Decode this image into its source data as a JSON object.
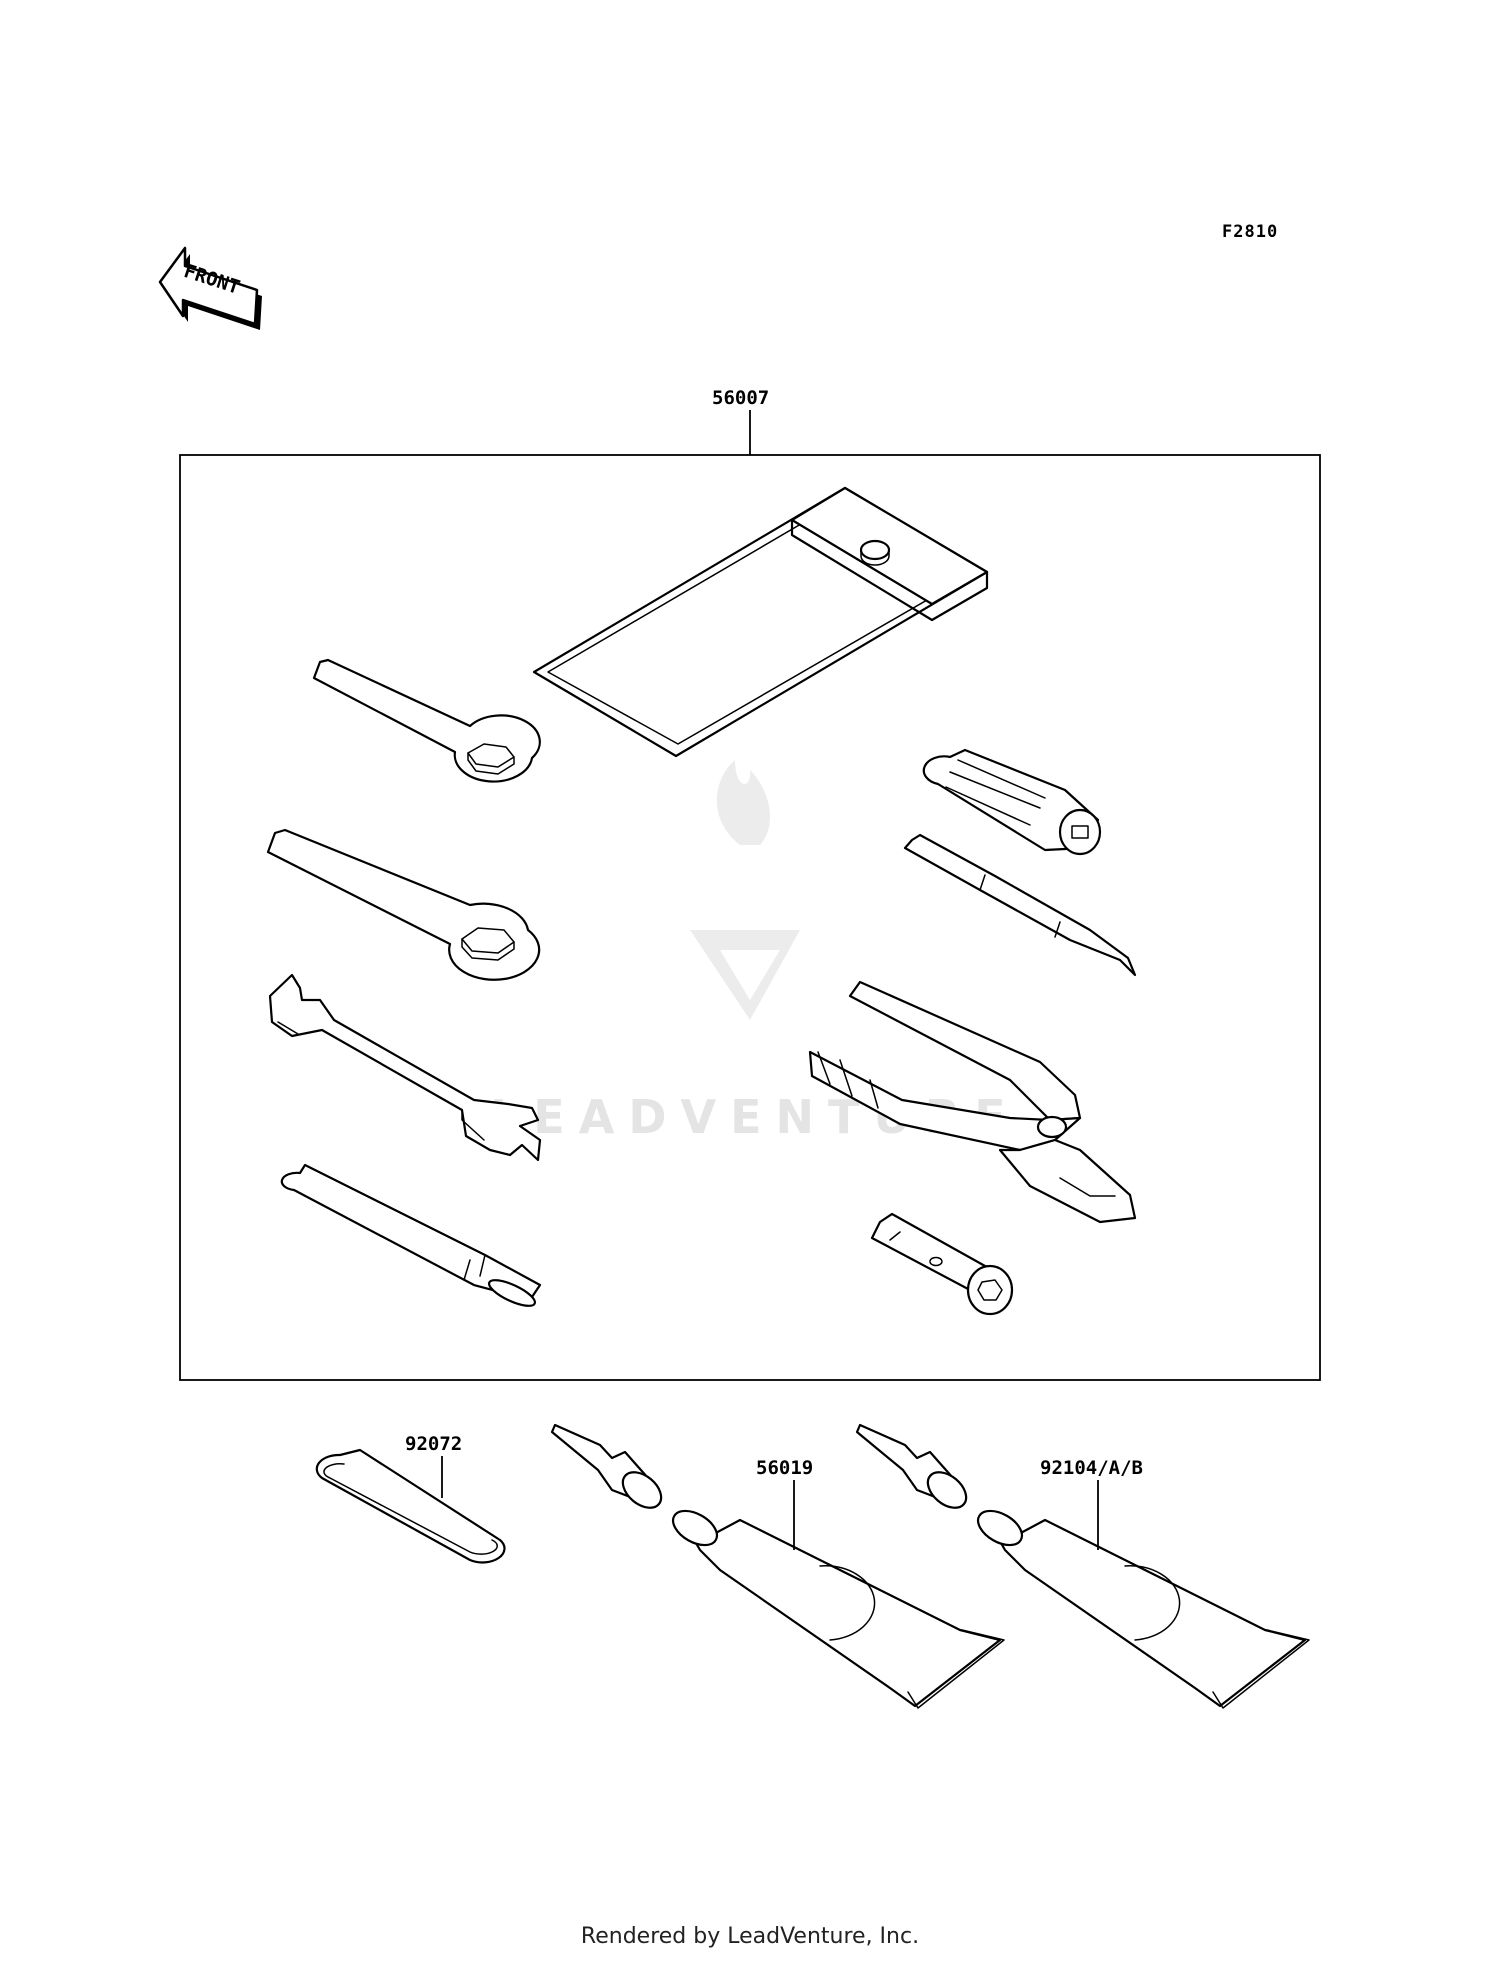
{
  "figure_id": "F2810",
  "front_arrow": {
    "text": "FRONT",
    "icon": "front-arrow-icon"
  },
  "watermark": "LEADVENTURE",
  "parts": {
    "tool_kit": "56007",
    "tool_bag_strap": "92072",
    "grease_tube_1": "56019",
    "grease_tube_2": "92104/A/B"
  },
  "footer": "Rendered by LeadVenture, Inc."
}
